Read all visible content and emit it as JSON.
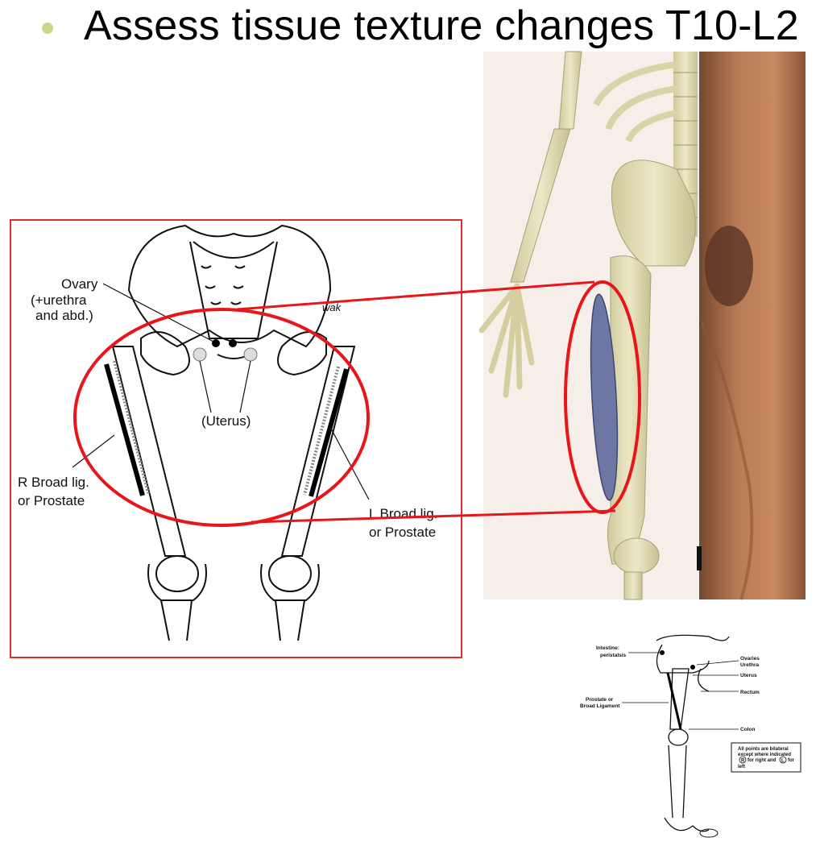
{
  "slide": {
    "bullet_color": "#c8d88a",
    "title": "Assess tissue texture changes T10-L2"
  },
  "colors": {
    "highlight_red": "#e8161b",
    "zone_fill": "#6e77a3",
    "bone": "#e8e4bd",
    "skin": "#b97b55"
  },
  "pelvis_diagram": {
    "labels": {
      "ovary": "Ovary",
      "ovary_sub1": "(+urethra",
      "ovary_sub2": "and abd.)",
      "uterus": "(Uterus)",
      "r_broad_1": "R Broad lig.",
      "r_broad_2": "or Prostate",
      "l_broad_1": "L Broad lig.",
      "l_broad_2": "or Prostate",
      "artist_mark": "wak"
    }
  },
  "leg_diagram": {
    "labels": {
      "intestine_1": "Intestine:",
      "intestine_2": "peristalsis",
      "ovaries": "Ovaries",
      "urethra": "Urethra",
      "uterus": "Uterus",
      "rectum": "Rectum",
      "prostate_1": "Prostate or",
      "prostate_2": "Broad Ligament",
      "colon": "Colon",
      "note_1": "All points are bilateral",
      "note_2": "except where indicated",
      "note_3a": "for right and",
      "note_3b": "for",
      "note_4": "left",
      "r_mark": "R",
      "l_mark": "L"
    }
  }
}
